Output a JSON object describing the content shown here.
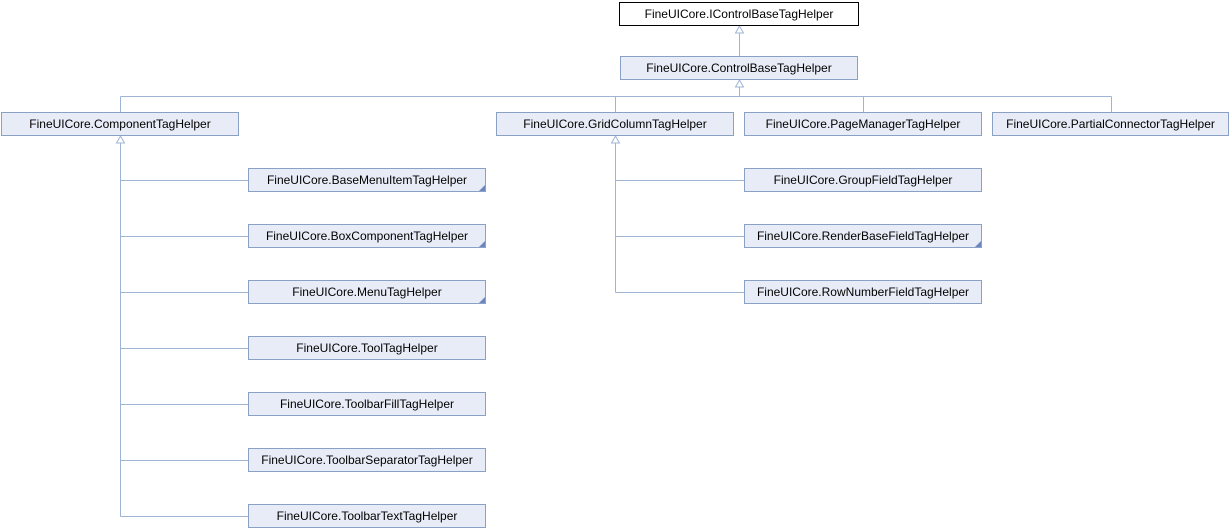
{
  "diagram": {
    "nodes": {
      "icontrolbase": {
        "label": "FineUICore.IControlBaseTagHelper",
        "kind": "root",
        "has_more": false
      },
      "controlbase": {
        "label": "FineUICore.ControlBaseTagHelper",
        "kind": "class",
        "has_more": false
      },
      "component": {
        "label": "FineUICore.ComponentTagHelper",
        "kind": "class",
        "has_more": false
      },
      "gridcolumn": {
        "label": "FineUICore.GridColumnTagHelper",
        "kind": "class",
        "has_more": false
      },
      "pagemanager": {
        "label": "FineUICore.PageManagerTagHelper",
        "kind": "class",
        "has_more": false
      },
      "partialconnector": {
        "label": "FineUICore.PartialConnectorTagHelper",
        "kind": "class",
        "has_more": false
      },
      "basemenuitem": {
        "label": "FineUICore.BaseMenuItemTagHelper",
        "kind": "class",
        "has_more": true
      },
      "boxcomponent": {
        "label": "FineUICore.BoxComponentTagHelper",
        "kind": "class",
        "has_more": true
      },
      "menu": {
        "label": "FineUICore.MenuTagHelper",
        "kind": "class",
        "has_more": true
      },
      "tool": {
        "label": "FineUICore.ToolTagHelper",
        "kind": "class",
        "has_more": false
      },
      "toolbarfill": {
        "label": "FineUICore.ToolbarFillTagHelper",
        "kind": "class",
        "has_more": false
      },
      "toolbarseparator": {
        "label": "FineUICore.ToolbarSeparatorTagHelper",
        "kind": "class",
        "has_more": false
      },
      "toolbartext": {
        "label": "FineUICore.ToolbarTextTagHelper",
        "kind": "class",
        "has_more": false
      },
      "groupfield": {
        "label": "FineUICore.GroupFieldTagHelper",
        "kind": "class",
        "has_more": false
      },
      "renderbasefield": {
        "label": "FineUICore.RenderBaseFieldTagHelper",
        "kind": "class",
        "has_more": true
      },
      "rownumberfield": {
        "label": "FineUICore.RowNumberFieldTagHelper",
        "kind": "class",
        "has_more": false
      }
    },
    "inheritance": [
      {
        "child": "controlbase",
        "parent": "icontrolbase"
      },
      {
        "child": "component",
        "parent": "controlbase"
      },
      {
        "child": "gridcolumn",
        "parent": "controlbase"
      },
      {
        "child": "pagemanager",
        "parent": "controlbase"
      },
      {
        "child": "partialconnector",
        "parent": "controlbase"
      },
      {
        "child": "basemenuitem",
        "parent": "component"
      },
      {
        "child": "boxcomponent",
        "parent": "component"
      },
      {
        "child": "menu",
        "parent": "component"
      },
      {
        "child": "tool",
        "parent": "component"
      },
      {
        "child": "toolbarfill",
        "parent": "component"
      },
      {
        "child": "toolbarseparator",
        "parent": "component"
      },
      {
        "child": "toolbartext",
        "parent": "component"
      },
      {
        "child": "groupfield",
        "parent": "gridcolumn"
      },
      {
        "child": "renderbasefield",
        "parent": "gridcolumn"
      },
      {
        "child": "rownumberfield",
        "parent": "gridcolumn"
      }
    ],
    "colors": {
      "edge": "#9fb4d4",
      "node_fill": "#e8ecf6",
      "node_border": "#8ba0c6",
      "root_border": "#000000"
    }
  }
}
